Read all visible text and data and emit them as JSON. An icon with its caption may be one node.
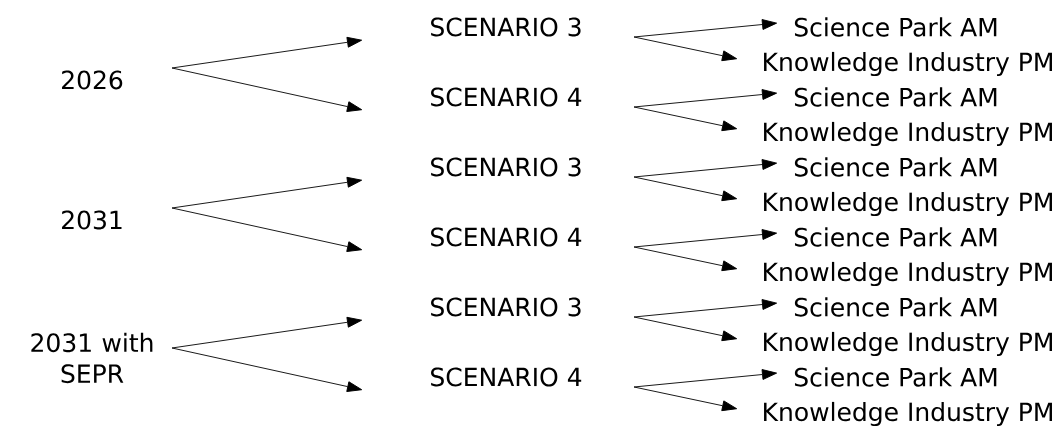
{
  "diagram": {
    "nodes": [
      {
        "text": [
          "2026"
        ]
      },
      {
        "text": [
          "2031"
        ]
      },
      {
        "text": [
          "2031 with SEPR"
        ]
      },
      {
        "text": [
          "SCENARIO 3"
        ]
      },
      {
        "text": [
          "SCENARIO 4"
        ]
      },
      {
        "text": [
          "SCENARIO 3"
        ]
      },
      {
        "text": [
          "SCENARIO 4"
        ]
      },
      {
        "text": [
          "SCENARIO 3"
        ]
      },
      {
        "text": [
          "SCENARIO 4"
        ]
      },
      {
        "text": [
          "Science Park AM"
        ]
      },
      {
        "text": [
          "Knowledge Industry PM"
        ]
      },
      {
        "text": [
          "Science Park AM"
        ]
      },
      {
        "text": [
          "Knowledge Industry PM"
        ]
      },
      {
        "text": [
          "Science Park AM"
        ]
      },
      {
        "text": [
          "Knowledge Industry PM"
        ]
      },
      {
        "text": [
          "Science Park AM"
        ]
      },
      {
        "text": [
          "Knowledge Industry PM"
        ]
      },
      {
        "text": [
          "Science Park AM"
        ]
      },
      {
        "text": [
          "Knowledge Industry PM"
        ]
      },
      {
        "text": [
          "Science Park AM"
        ]
      },
      {
        "text": [
          "Knowledge Industry PM"
        ]
      }
    ],
    "edges": [
      {
        "from": 0,
        "to": 3,
        "arrow": "to"
      },
      {
        "from": 0,
        "to": 4,
        "arrow": "to"
      },
      {
        "from": 1,
        "to": 5,
        "arrow": "to"
      },
      {
        "from": 1,
        "to": 6,
        "arrow": "to"
      },
      {
        "from": 2,
        "to": 7,
        "arrow": "to"
      },
      {
        "from": 2,
        "to": 8,
        "arrow": "to"
      },
      {
        "from": 3,
        "to": 9,
        "arrow": "to"
      },
      {
        "from": 3,
        "to": 10,
        "arrow": "to"
      },
      {
        "from": 4,
        "to": 11,
        "arrow": "to"
      },
      {
        "from": 4,
        "to": 12,
        "arrow": "to"
      },
      {
        "from": 5,
        "to": 13,
        "arrow": "to"
      },
      {
        "from": 5,
        "to": 14,
        "arrow": "to"
      },
      {
        "from": 6,
        "to": 15,
        "arrow": "to"
      },
      {
        "from": 6,
        "to": 16,
        "arrow": "to"
      },
      {
        "from": 7,
        "to": 17,
        "arrow": "to"
      },
      {
        "from": 7,
        "to": 18,
        "arrow": "to"
      },
      {
        "from": 8,
        "to": 19,
        "arrow": "to"
      },
      {
        "from": 8,
        "to": 20,
        "arrow": "to"
      }
    ]
  }
}
